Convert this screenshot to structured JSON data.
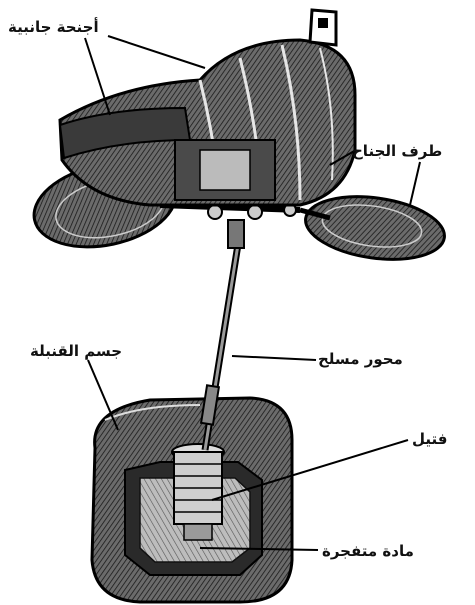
{
  "labels": {
    "side_wings": "أجنحة جانبية",
    "wing_tip": "طرف الجناح",
    "bomb_body": "جسم القنبلة",
    "threaded_shaft": "محور مسلح",
    "fuse": "فتيل",
    "explosive": "مادة متفجرة"
  }
}
